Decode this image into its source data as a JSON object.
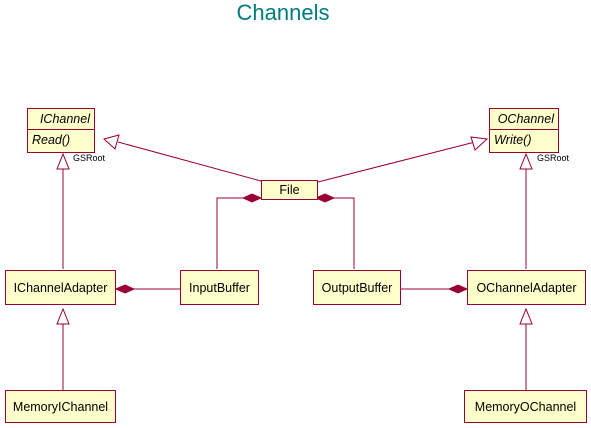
{
  "title": "Channels",
  "interfaces": {
    "ichannel": {
      "name": "IChannel",
      "op": "Read()",
      "tag": "GSRoot"
    },
    "ochannel": {
      "name": "OChannel",
      "op": "Write()",
      "tag": "GSRoot"
    }
  },
  "classes": {
    "file": "File",
    "input_buffer": "InputBuffer",
    "output_buffer": "OutputBuffer",
    "ichannel_adapter": "IChannelAdapter",
    "ochannel_adapter": "OChannelAdapter",
    "memory_ichannel": "MemoryIChannel",
    "memory_ochannel": "MemoryOChannel"
  },
  "colors": {
    "box_fill": "#ffffcc",
    "box_border": "#990033",
    "title": "#007b80"
  }
}
